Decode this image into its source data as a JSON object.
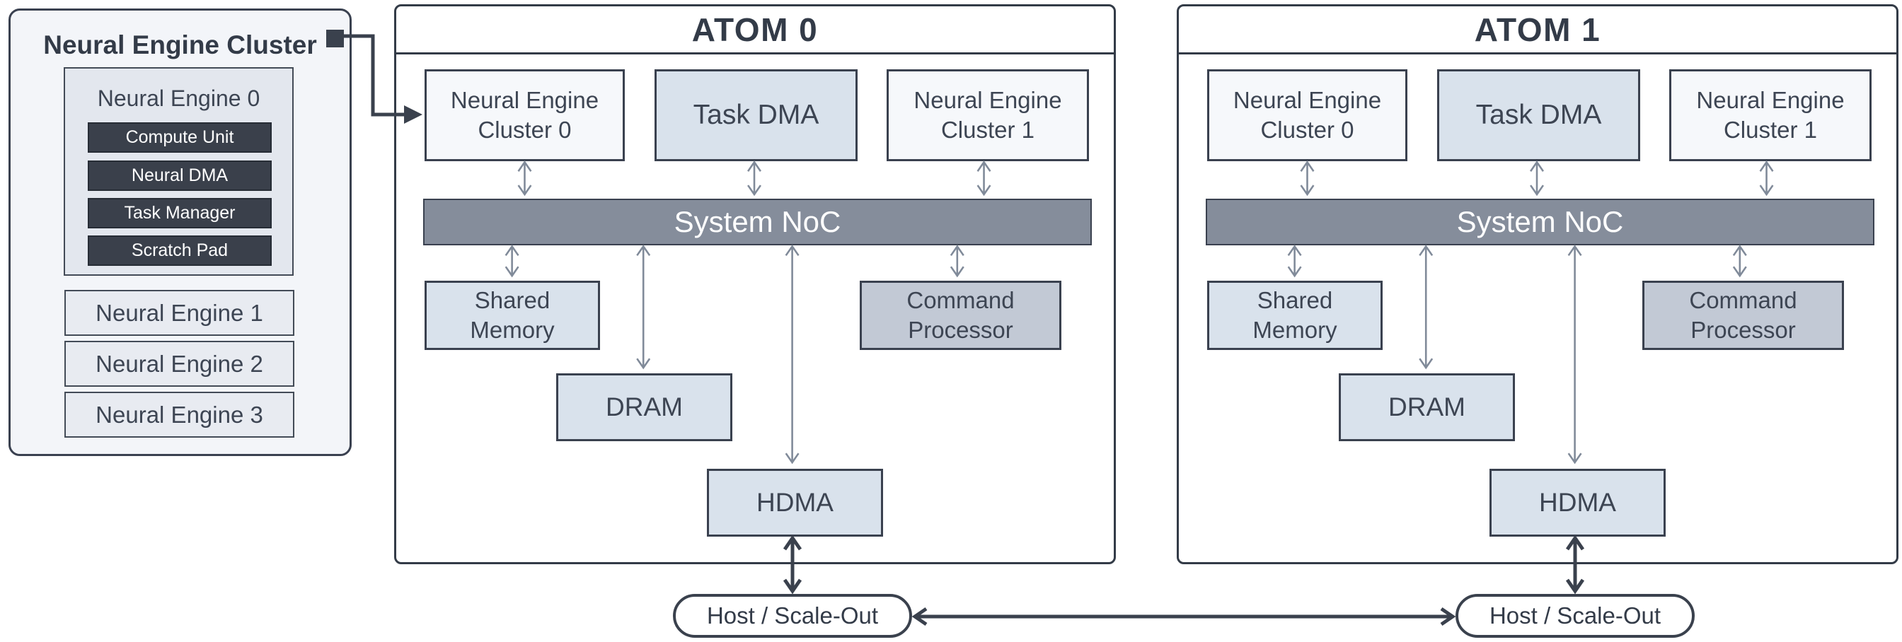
{
  "legend": {
    "title": "Neural Engine Cluster",
    "engine0": {
      "label": "Neural Engine 0",
      "components": [
        "Compute Unit",
        "Neural DMA",
        "Task Manager",
        "Scratch Pad"
      ]
    },
    "engines": [
      "Neural Engine 1",
      "Neural Engine 2",
      "Neural Engine 3"
    ]
  },
  "atoms": [
    {
      "title": "ATOM 0",
      "cluster0": "Neural Engine Cluster 0",
      "task_dma": "Task DMA",
      "cluster1": "Neural Engine Cluster 1",
      "noc": "System NoC",
      "shared_memory": "Shared Memory",
      "command_processor": "Command Processor",
      "dram": "DRAM",
      "hdma": "HDMA",
      "host": "Host / Scale-Out"
    },
    {
      "title": "ATOM 1",
      "cluster0": "Neural Engine Cluster 0",
      "task_dma": "Task DMA",
      "cluster1": "Neural Engine Cluster 1",
      "noc": "System NoC",
      "shared_memory": "Shared Memory",
      "command_processor": "Command Processor",
      "dram": "DRAM",
      "hdma": "HDMA",
      "host": "Host / Scale-Out"
    }
  ],
  "icons": {
    "connector_node": "filled-square",
    "arrows": "double-headed-line-arrows"
  },
  "colors": {
    "page_bg": "#ffffff",
    "panel_bg": "#f3f5f9",
    "engine0_box_bg": "#e3e7ee",
    "engine_box_bg": "#e8ebf1",
    "dark_component_bg": "#3a404b",
    "cluster_box_bg": "#f6f8fb",
    "blue_box_bg": "#d9e2ec",
    "gray_box_bg": "#c2c9d5",
    "noc_bar_bg": "#858d9b",
    "outline": "#333b47",
    "thin_arrow": "#808a99",
    "dark_arrow": "#3a414d",
    "text": "#3d4553",
    "text_on_dark": "#ffffff"
  }
}
